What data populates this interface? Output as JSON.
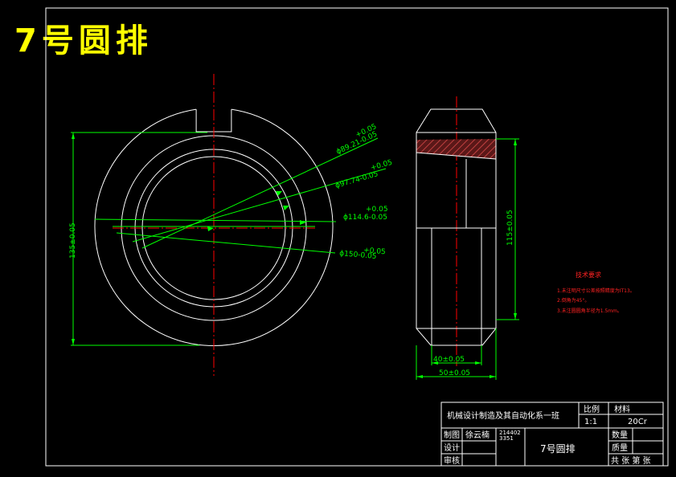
{
  "title": "7号圆排",
  "dimensions": {
    "d1_tol": "+0.05",
    "d1": "ϕ89.21-0.05",
    "d2_tol": "+0.05",
    "d2": "ϕ97.74-0.05",
    "d3_tol": "+0.05",
    "d3": "ϕ114.6-0.05",
    "d4_tol": "+0.05",
    "d4": "ϕ150-0.05",
    "height_left": "135±0.05",
    "height_right": "115±0.05",
    "width_inner": "40±0.05",
    "width_outer": "50±0.05"
  },
  "tech_requirements": {
    "heading": "技术要求",
    "items": [
      "1.未注明尺寸公差按照精度为IT13。",
      "2.倒角为45°。",
      "3.未注圆圆角半径为1.5mm。"
    ]
  },
  "title_block": {
    "school": "机械设计制造及其自动化系一班",
    "scale_label": "比例",
    "material_label": "材料",
    "scale": "1:1",
    "material": "20Cr",
    "drawn_label": "制图",
    "drawn_by": "徐云楠",
    "student_id_1": "214402",
    "student_id_2": "3351",
    "part_name": "7号圆排",
    "design_label": "设计",
    "review_label": "审核",
    "quantity_label": "数量",
    "weight_label": "质量",
    "sheet_info": "共 张 第 张"
  },
  "colors": {
    "background": "#000000",
    "outline": "#ffffff",
    "dimension": "#00ff00",
    "centerline": "#ff0000",
    "title": "#ffff00",
    "hatch": "#b03030"
  }
}
